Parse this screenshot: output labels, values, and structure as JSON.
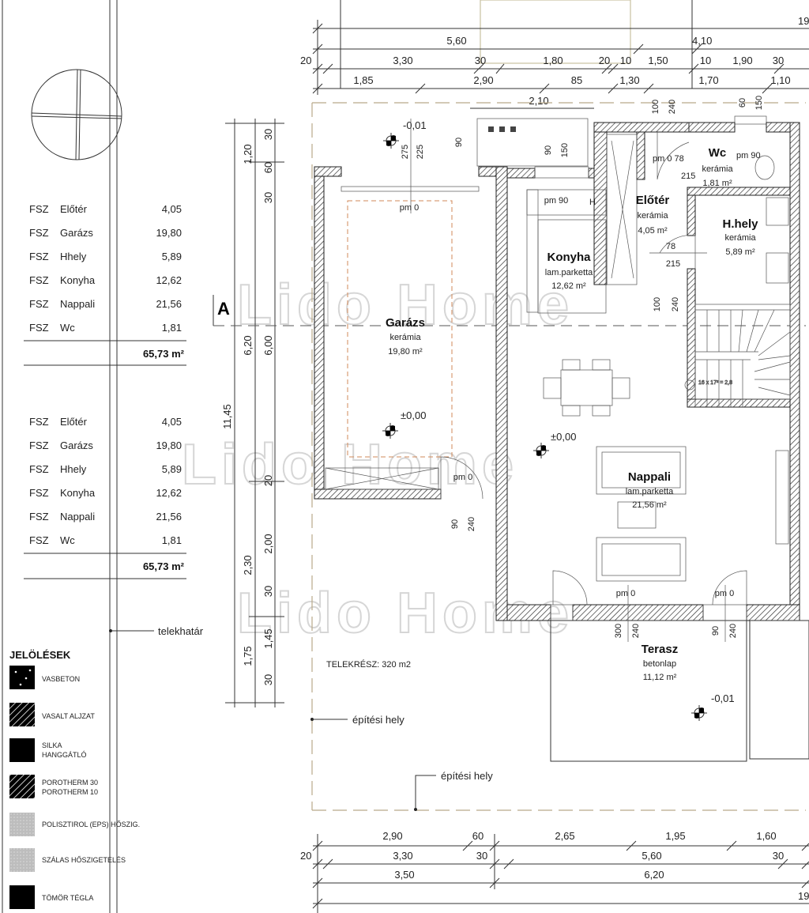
{
  "areas_table_1": {
    "rows": [
      {
        "floor": "FSZ",
        "room": "Előtér",
        "area": "4,05"
      },
      {
        "floor": "FSZ",
        "room": "Garázs",
        "area": "19,80"
      },
      {
        "floor": "FSZ",
        "room": "Hhely",
        "area": "5,89"
      },
      {
        "floor": "FSZ",
        "room": "Konyha",
        "area": "12,62"
      },
      {
        "floor": "FSZ",
        "room": "Nappali",
        "area": "21,56"
      },
      {
        "floor": "FSZ",
        "room": "Wc",
        "area": "1,81"
      }
    ],
    "total": "65,73 m²"
  },
  "areas_table_2": {
    "rows": [
      {
        "floor": "FSZ",
        "room": "Előtér",
        "area": "4,05"
      },
      {
        "floor": "FSZ",
        "room": "Garázs",
        "area": "19,80"
      },
      {
        "floor": "FSZ",
        "room": "Hhely",
        "area": "5,89"
      },
      {
        "floor": "FSZ",
        "room": "Konyha",
        "area": "12,62"
      },
      {
        "floor": "FSZ",
        "room": "Nappali",
        "area": "21,56"
      },
      {
        "floor": "FSZ",
        "room": "Wc",
        "area": "1,81"
      }
    ],
    "total": "65,73 m²"
  },
  "legend": {
    "title": "JELÖLÉSEK",
    "items": [
      {
        "line1": "VASBETON",
        "line2": ""
      },
      {
        "line1": "VASALT ALJZAT",
        "line2": ""
      },
      {
        "line1": "SILKA",
        "line2": "HANGGÁTLÓ"
      },
      {
        "line1": "POROTHERM 30",
        "line2": "POROTHERM 10"
      },
      {
        "line1": "POLISZTIROL (EPS) HŐSZIG.",
        "line2": ""
      },
      {
        "line1": "SZÁLAS HŐSZIGETELÉS",
        "line2": ""
      },
      {
        "line1": "TÖMÖR TÉGLA",
        "line2": ""
      }
    ]
  },
  "labels": {
    "telekhatar": "telekhatár",
    "epitesi_hely_1": "építési hely",
    "epitesi_hely_2": "építési hely",
    "telekresz": "TELEKRÉSZ: 320 m2",
    "section": "A",
    "watermark": "Lido Home",
    "stair_note": "16 x 17² = 2,8"
  },
  "rooms": {
    "garazs": {
      "name": "Garázs",
      "floor": "kerámia",
      "area": "19,80 m²"
    },
    "konyha": {
      "name": "Konyha",
      "floor": "lam.parketta",
      "area": "12,62 m²"
    },
    "eloter": {
      "name": "Előtér",
      "floor": "kerámia",
      "area": "4,05 m²"
    },
    "wc": {
      "name": "Wc",
      "floor": "kerámia",
      "area": "1,81 m²"
    },
    "hhely": {
      "name": "H.hely",
      "floor": "kerámia",
      "area": "5,89 m²"
    },
    "nappali": {
      "name": "Nappali",
      "floor": "lam.parketta",
      "area": "21,56 m²"
    },
    "terasz": {
      "name": "Terasz",
      "floor": "betonlap",
      "area": "11,12 m²"
    }
  },
  "levels": {
    "top": "-0,01",
    "garage": "±0,00",
    "living": "±0,00",
    "terrace": "-0,01"
  },
  "annotations": {
    "a275": "275",
    "a225": "225",
    "a90g": "90",
    "k90": "90",
    "k150": "150",
    "pm0_garage": "pm 0",
    "pm90_kitchen": "pm 90",
    "h": "H",
    "e100": "100",
    "e240": "240",
    "w60": "60",
    "w150": "150",
    "pm0_78": "pm 0  78",
    "wc215": "215",
    "pm90_wc": "pm 90",
    "d78": "78",
    "d215": "215",
    "c100": "100",
    "c240": "240",
    "pm0_side": "pm 0",
    "s90": "90",
    "s240": "240",
    "pm0_t1": "pm 0",
    "pm0_t2": "pm 0",
    "t300": "300",
    "t240a": "240",
    "t90": "90",
    "t240b": "240"
  },
  "dims_top": {
    "row0": [
      "19"
    ],
    "row1": [
      "5,60",
      "4,10"
    ],
    "row2": [
      "20",
      "3,30",
      "30",
      "1,80",
      "20",
      "10",
      "1,50",
      "10",
      "1,90",
      "30"
    ],
    "row3": [
      "1,85",
      "2,90",
      "85",
      "1,30",
      "1,70",
      "1,10"
    ],
    "row4": [
      "2,10"
    ]
  },
  "dims_bottom": {
    "row1": [
      "2,90",
      "60",
      "2,65",
      "1,95",
      "1,60"
    ],
    "row2": [
      "20",
      "3,30",
      "30",
      "5,60",
      "30"
    ],
    "row3": [
      "3,50",
      "6,20"
    ],
    "row4": [
      "19"
    ]
  },
  "dims_left": {
    "outer": [
      "11,45"
    ],
    "middle": [
      "1,20",
      "6,20",
      "2,30",
      "1,75"
    ],
    "inner": [
      "30",
      "60",
      "30",
      "6,00",
      "20",
      "2,00",
      "30",
      "1,45",
      "30"
    ]
  }
}
